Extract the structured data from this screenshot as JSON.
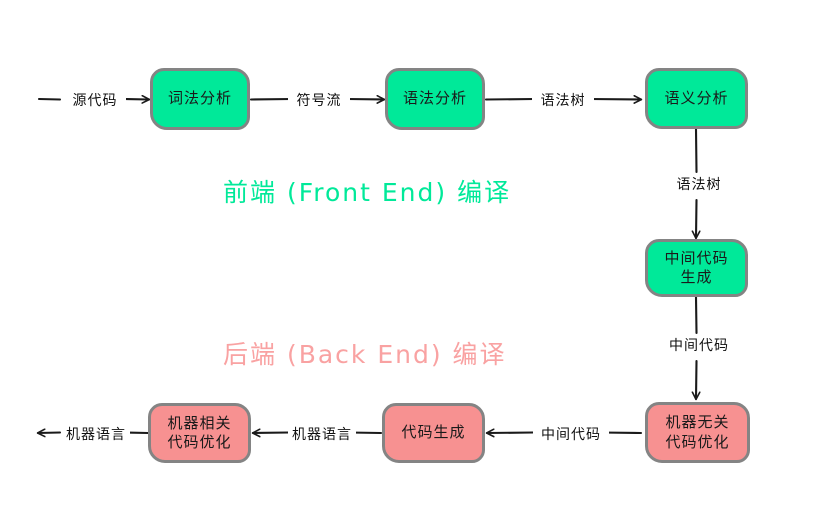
{
  "diagram": {
    "title_front": "前端 (Front End) 编译",
    "title_back": "后端 (Back End) 编译",
    "colors": {
      "frontend_fill": "#00e999",
      "backend_fill": "#f79191",
      "node_border": "#848484",
      "arrow": "#1a1a1a",
      "background": "#ffffff",
      "front_label_text": "#00e999",
      "back_label_text": "#f9a2a2"
    },
    "nodes": [
      {
        "id": "lexical",
        "stage": "frontend",
        "lines": [
          "词法分析"
        ]
      },
      {
        "id": "syntax",
        "stage": "frontend",
        "lines": [
          "语法分析"
        ]
      },
      {
        "id": "semantic",
        "stage": "frontend",
        "lines": [
          "语义分析"
        ]
      },
      {
        "id": "ir-gen",
        "stage": "frontend",
        "lines": [
          "中间代码",
          "生成"
        ]
      },
      {
        "id": "machine-independent-opt",
        "stage": "backend",
        "lines": [
          "机器无关",
          "代码优化"
        ]
      },
      {
        "id": "code-gen",
        "stage": "backend",
        "lines": [
          "代码生成"
        ]
      },
      {
        "id": "machine-dependent-opt",
        "stage": "backend",
        "lines": [
          "机器相关",
          "代码优化"
        ]
      }
    ],
    "edges": [
      {
        "id": "source-in",
        "label": "源代码",
        "from": "input",
        "to": "lexical"
      },
      {
        "id": "token-stream",
        "label": "符号流",
        "from": "lexical",
        "to": "syntax"
      },
      {
        "id": "syntax-tree-1",
        "label": "语法树",
        "from": "syntax",
        "to": "semantic"
      },
      {
        "id": "syntax-tree-2",
        "label": "语法树",
        "from": "semantic",
        "to": "ir-gen"
      },
      {
        "id": "ir-down",
        "label": "中间代码",
        "from": "ir-gen",
        "to": "machine-independent-opt"
      },
      {
        "id": "ir-left",
        "label": "中间代码",
        "from": "machine-independent-opt",
        "to": "code-gen"
      },
      {
        "id": "machine-lang-1",
        "label": "机器语言",
        "from": "code-gen",
        "to": "machine-dependent-opt"
      },
      {
        "id": "machine-lang-out",
        "label": "机器语言",
        "from": "machine-dependent-opt",
        "to": "output"
      }
    ]
  }
}
